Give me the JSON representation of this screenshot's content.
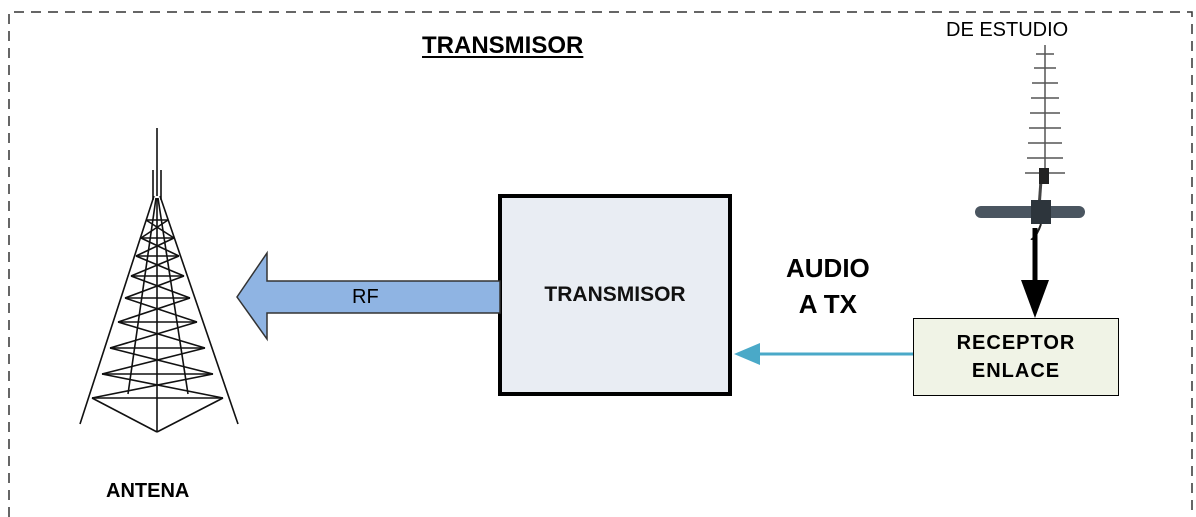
{
  "title": "TRANSMISOR",
  "studio_label": "DE ESTUDIO",
  "antenna_label": "ANTENA",
  "rf_label": "RF",
  "transmitter_label": "TRANSMISOR",
  "audio_label_line1": "AUDIO",
  "audio_label_line2": "A TX",
  "receiver_label_line1": "RECEPTOR",
  "receiver_label_line2": "ENLACE",
  "colors": {
    "rf_arrow_fill": "#8fb4e3",
    "audio_arrow": "#4aa9c8",
    "transmitter_box_fill": "#e9edf3",
    "receiver_box_fill": "#f0f3e6"
  },
  "icons": {
    "tower": "antenna-tower-icon",
    "yagi": "yagi-antenna-icon"
  }
}
